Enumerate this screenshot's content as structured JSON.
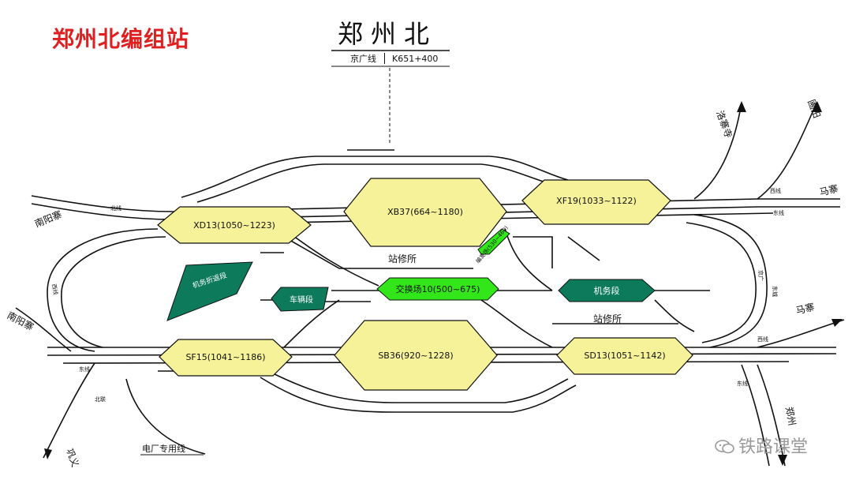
{
  "title": "郑州北编组站",
  "station": {
    "name": "郑州北",
    "line": "京广线",
    "km": "K651+400"
  },
  "yards": {
    "xd": "XD13(1050~1223)",
    "xb": "XB37(664~1180)",
    "xf": "XF19(1033~1122)",
    "sf": "SF15(1041~1186)",
    "sb": "SB36(920~1228)",
    "sd": "SD13(1051~1142)",
    "jiaohuan": "交换场10(500~675)",
    "small": "编发场(530~460)",
    "jiwu": "机务段",
    "cheliang": "车辆段",
    "jiwu_left": "机务折返段"
  },
  "facilities": {
    "zhanxiu_top": "站修所",
    "zhanxiu_bottom": "站修所",
    "dianchang": "电厂专用线"
  },
  "directions": {
    "nanyang_top": "南阳寨",
    "nanyang_bottom": "南阳寨",
    "gongyi": "巩义",
    "luochang": "洛寨寺",
    "zhuchang": "圃田",
    "mazhai_top": "马寨",
    "mazhai_right": "马寨",
    "zhengzhou": "郑州"
  },
  "track_labels": {
    "beixian": "北线",
    "xixian_left": "西线",
    "dongxian_left": "东线",
    "xixian_right": "西线",
    "dongxian_right": "东线",
    "xixian_br": "西线",
    "dongxian_br": "东线",
    "jingguang_right": "京广",
    "beilian": "北联",
    "dongcheng": "东城"
  },
  "watermark": "铁路课堂",
  "colors": {
    "title": "#e02020",
    "yellow_yard": "#f6f29a",
    "bright_green": "#33e61a",
    "dark_green": "#0d7a5c",
    "track": "#111111"
  }
}
